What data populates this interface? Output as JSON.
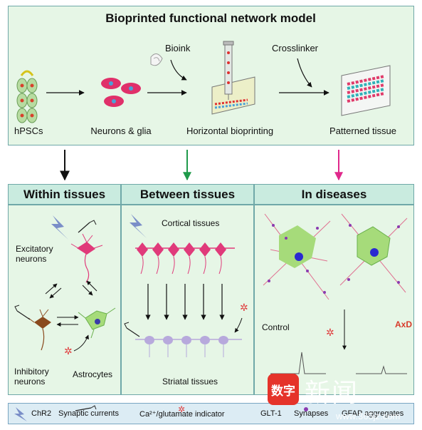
{
  "top_panel": {
    "title": "Bioprinted functional network model",
    "labels": {
      "hpscs": "hPSCs",
      "neurons_glia": "Neurons & glia",
      "bioink": "Bioink",
      "horizontal_bioprinting": "Horizontal bioprinting",
      "crosslinker": "Crosslinker",
      "patterned_tissue": "Patterned tissue"
    }
  },
  "sections": {
    "within": {
      "title": "Within tissues",
      "excitatory": [
        "Excitatory",
        "neurons"
      ],
      "inhibitory": [
        "Inhibitory",
        "neurons"
      ],
      "astrocytes": "Astrocytes"
    },
    "between": {
      "title": "Between tissues",
      "cortical": "Cortical tissues",
      "striatal": "Striatal tissues"
    },
    "diseases": {
      "title": "In diseases",
      "control": "Control",
      "axd": "AxD"
    }
  },
  "legend": {
    "chr2": "ChR2",
    "synaptic_currents": "Synaptic currents",
    "indicator": "Ca²⁺/glutamate indicator",
    "glt1": "GLT-1",
    "synapses": "Synapses",
    "gfap": "GFAP aggregates"
  },
  "watermark": {
    "badge": "数字",
    "cn": "新闻",
    "url": "www.365jz.com"
  },
  "colors": {
    "panel_fill": "#e6f6e6",
    "header_fill": "#c9ebdf",
    "border": "#6fa8a8",
    "arrow_within": "#111111",
    "arrow_between": "#1f9a4a",
    "arrow_diseases": "#e0288c",
    "excitatory_neuron": "#e03a7a",
    "striatal_neuron": "#b7a9dc",
    "astrocyte": "#a6db7a",
    "inhibitory_neuron": "#8a4a1e",
    "axd_label": "#d83a2a"
  }
}
